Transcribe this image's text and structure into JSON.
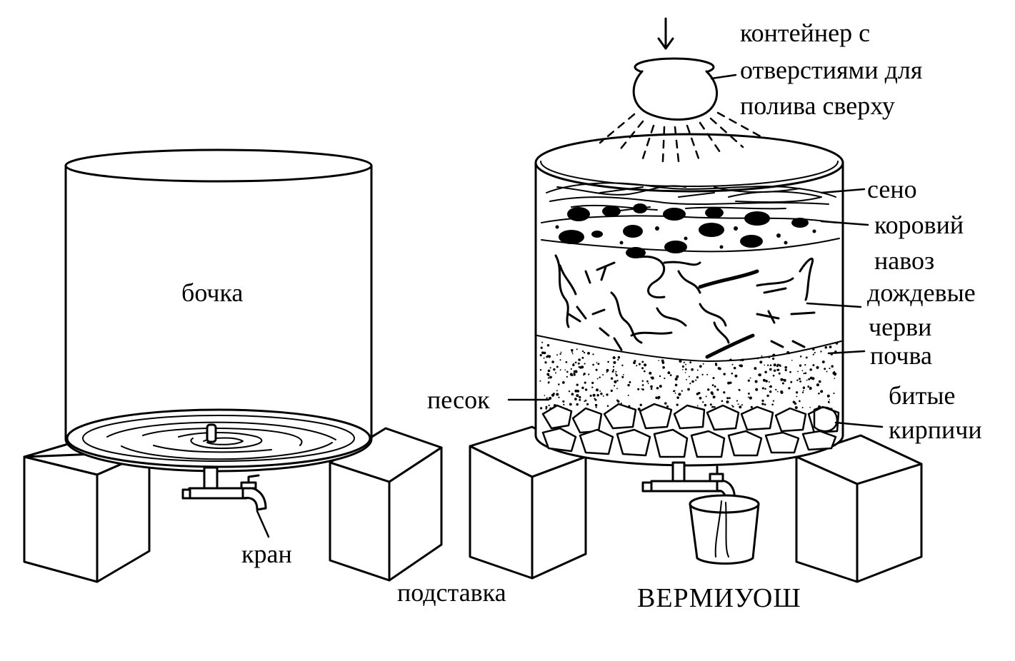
{
  "labels": {
    "barrel": "бочка",
    "tap": "кран",
    "stand": "подставка",
    "title": "ВЕРМИУОШ",
    "container_line1": "контейнер с",
    "container_line2": "отверстиями для",
    "container_line3": "полива сверху",
    "hay": "сено",
    "manure_line1": "коровий",
    "manure_line2": "навоз",
    "worms_line1": "дождевые",
    "worms_line2": "черви",
    "soil": "почва",
    "sand": "песок",
    "bricks_line1": "битые",
    "bricks_line2": "кирпичи"
  },
  "colors": {
    "ink": "#000000",
    "paper": "#ffffff"
  }
}
